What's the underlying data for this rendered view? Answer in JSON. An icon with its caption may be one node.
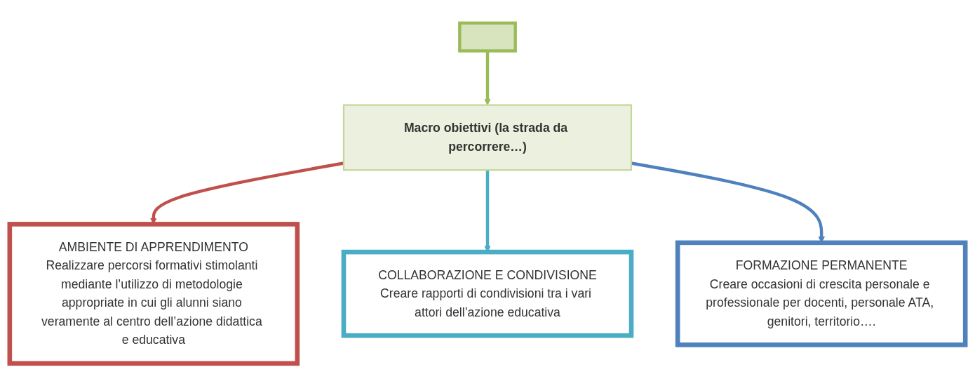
{
  "diagram": {
    "nodes": [
      {
        "text": [],
        "shape": "box"
      },
      {
        "text": [
          "Macro obiettivi (la strada da percorrere…)"
        ]
      },
      {
        "text": [
          "AMBIENTE DI APPRENDIMENTO",
          "Realizzare percorsi formativi stimolanti mediante l’utilizzo di metodologie appropriate in cui gli alunni siano veramente al centro dell’azione didattica e educativa"
        ]
      },
      {
        "text": [
          "COLLABORAZIONE E CONDIVISIONE",
          "Creare rapporti di condivisioni tra i vari attori dell’azione educativa"
        ]
      },
      {
        "text": [
          "FORMAZIONE PERMANENTE",
          "Creare occasioni di crescita personale e professionale per docenti, personale ATA, genitori, territorio…."
        ]
      }
    ],
    "edges": [
      {
        "from": 0,
        "to": 1,
        "arrow": "to",
        "color": "#9bbb59"
      },
      {
        "from": 1,
        "to": 2,
        "arrow": "to",
        "color": "#c0504d"
      },
      {
        "from": 1,
        "to": 3,
        "arrow": "to",
        "color": "#4bacc6"
      },
      {
        "from": 1,
        "to": 4,
        "arrow": "to",
        "color": "#4f81bd"
      }
    ]
  }
}
